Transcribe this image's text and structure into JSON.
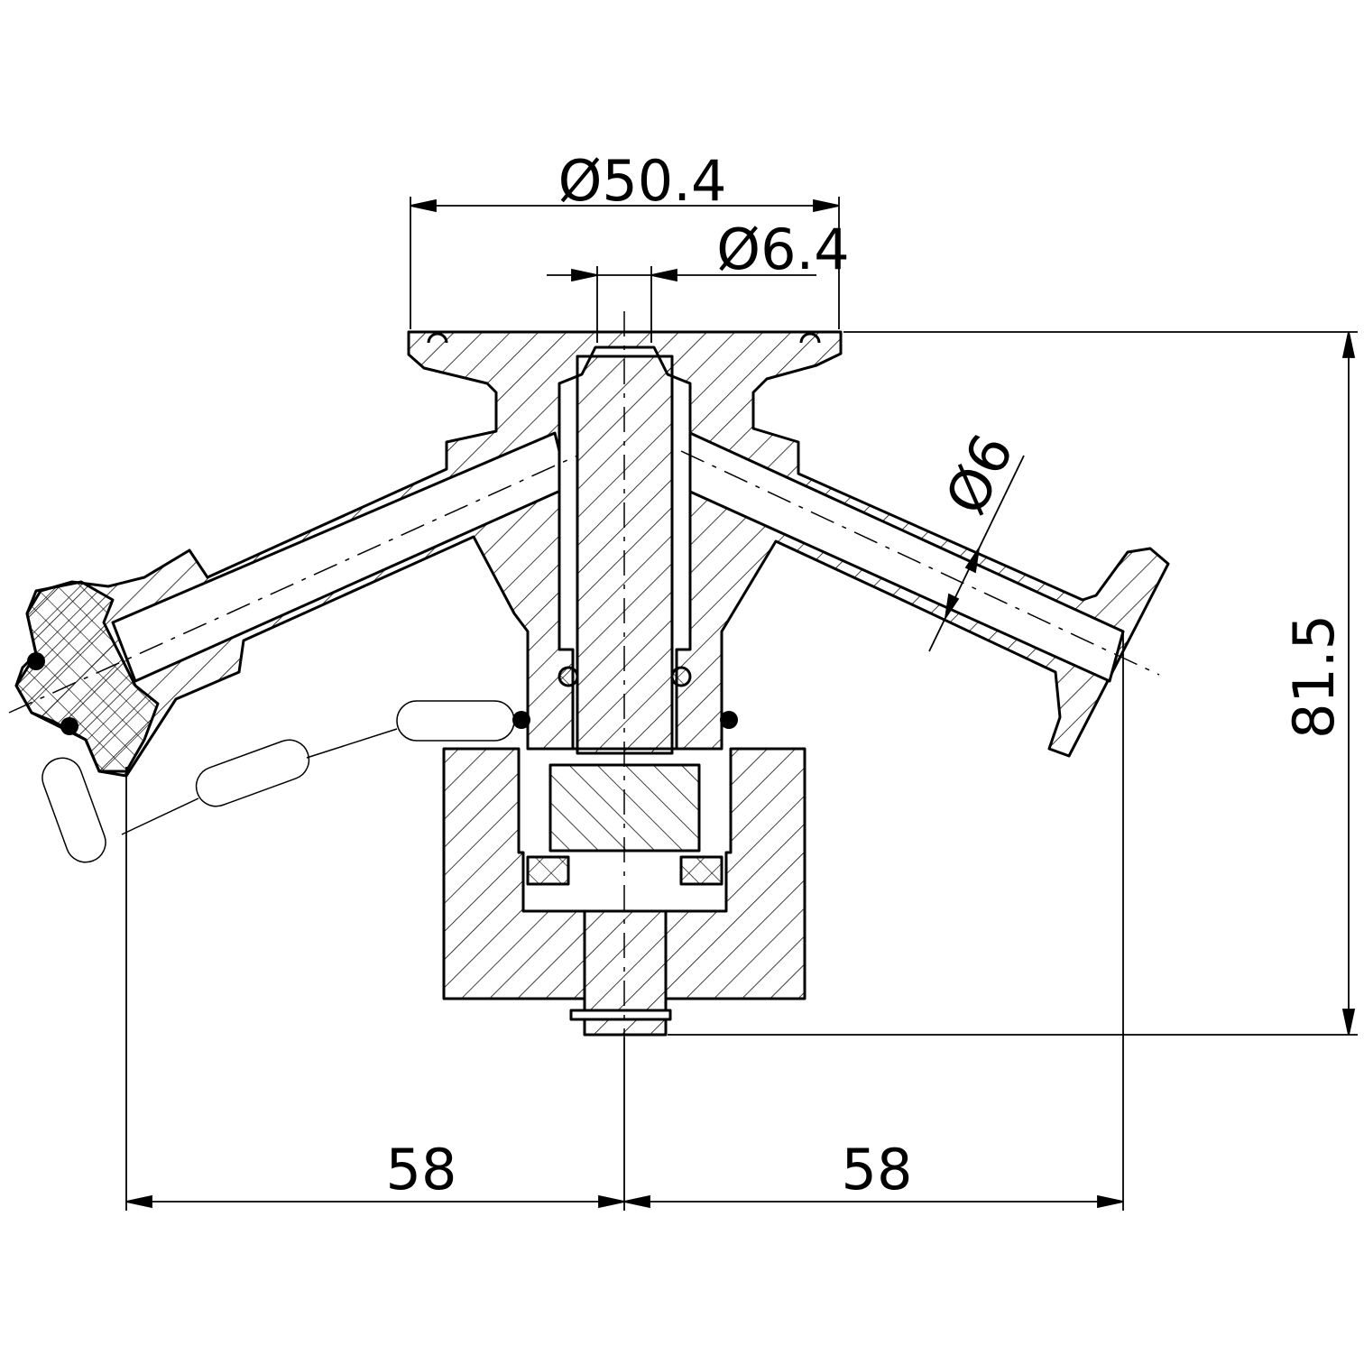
{
  "drawing": {
    "dimensions": {
      "flange_diameter": "Ø50.4",
      "bore_diameter": "Ø6.4",
      "arm_diameter": "Ø6",
      "height": "81.5",
      "left_offset": "58",
      "right_offset": "58"
    },
    "colors": {
      "line": "#000000",
      "background": "#ffffff"
    }
  }
}
